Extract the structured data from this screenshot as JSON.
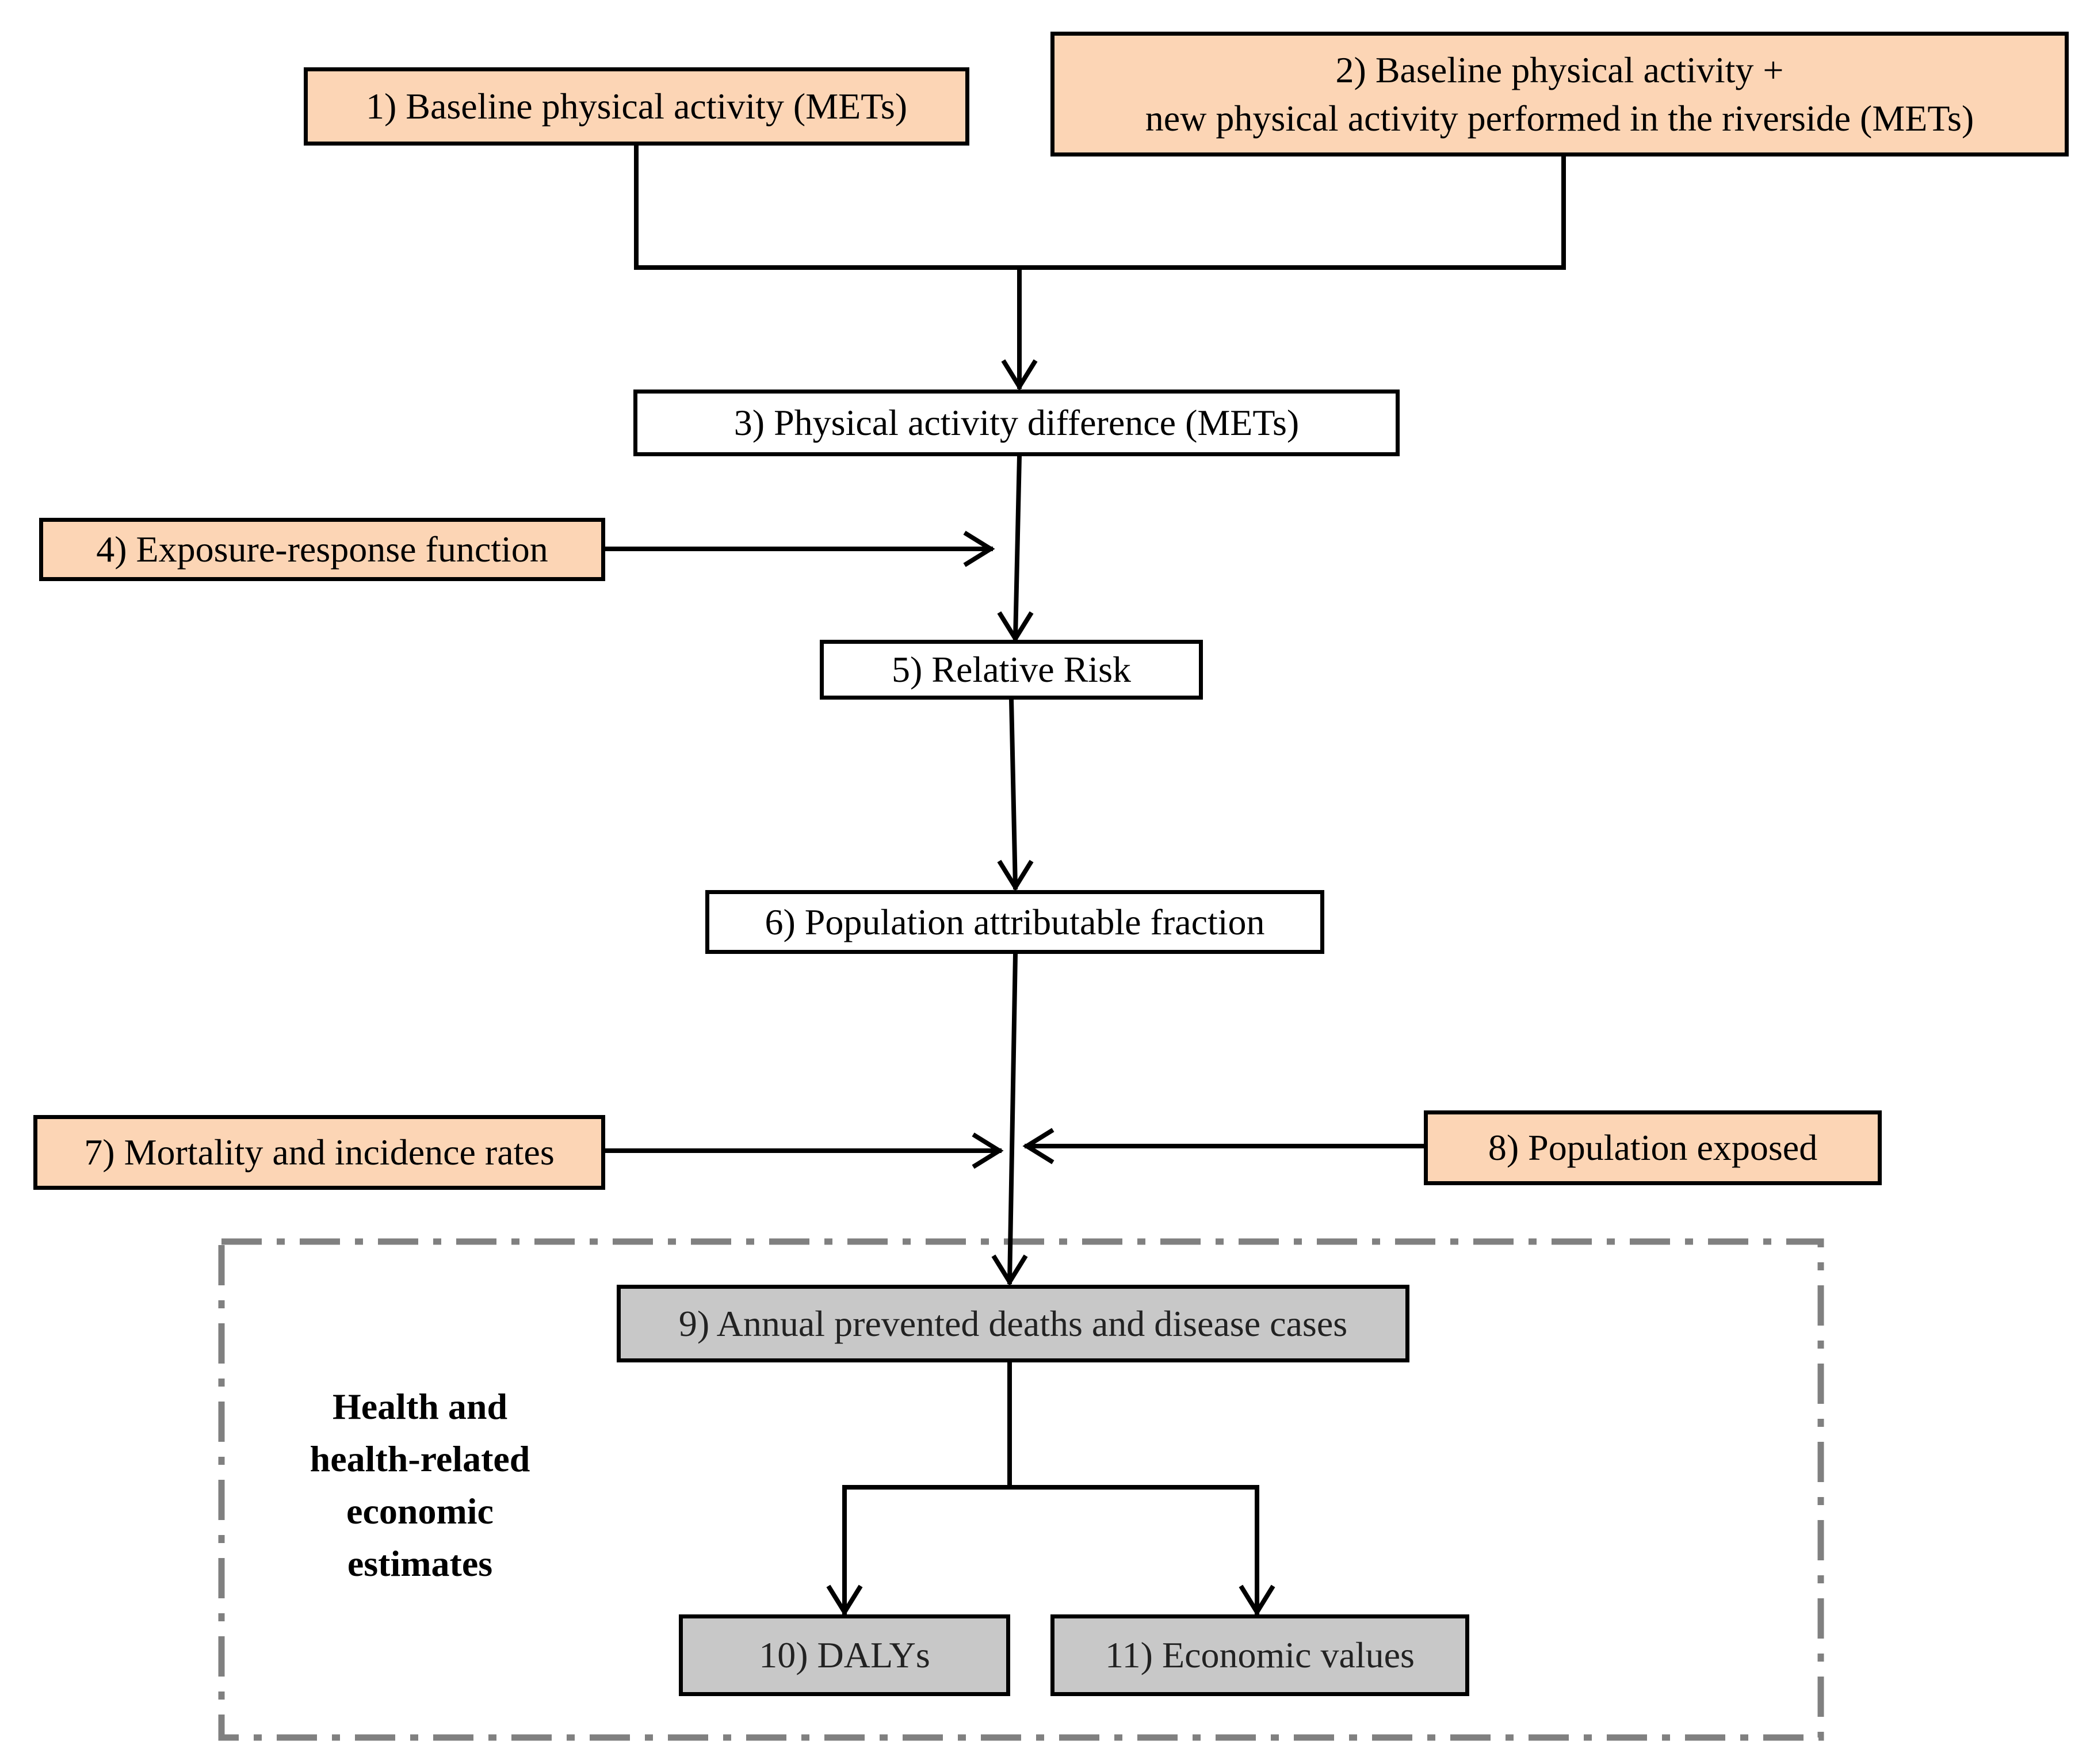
{
  "colors": {
    "input_fill": "#fcd5b5",
    "calc_fill": "#ffffff",
    "output_fill": "#c8c8c8",
    "group_border": "#808080",
    "line": "#000000"
  },
  "nodes": {
    "n1": {
      "lines": [
        "1) Baseline physical activity (METs)"
      ]
    },
    "n2": {
      "lines": [
        "2) Baseline physical activity +",
        "new physical activity performed in the riverside (METs)"
      ]
    },
    "n3": {
      "lines": [
        "3) Physical activity difference (METs)"
      ]
    },
    "n4": {
      "lines": [
        "4) Exposure-response function"
      ]
    },
    "n5": {
      "lines": [
        "5) Relative Risk"
      ]
    },
    "n6": {
      "lines": [
        "6) Population attributable fraction"
      ]
    },
    "n7": {
      "lines": [
        "7) Mortality and incidence rates"
      ]
    },
    "n8": {
      "lines": [
        "8) Population exposed"
      ]
    },
    "n9": {
      "lines": [
        "9) Annual prevented deaths and disease cases"
      ]
    },
    "n10": {
      "lines": [
        "10) DALYs"
      ]
    },
    "n11": {
      "lines": [
        "11) Economic values"
      ]
    }
  },
  "group": {
    "label_lines": [
      "Health and",
      "health-related",
      "economic",
      "estimates"
    ]
  }
}
